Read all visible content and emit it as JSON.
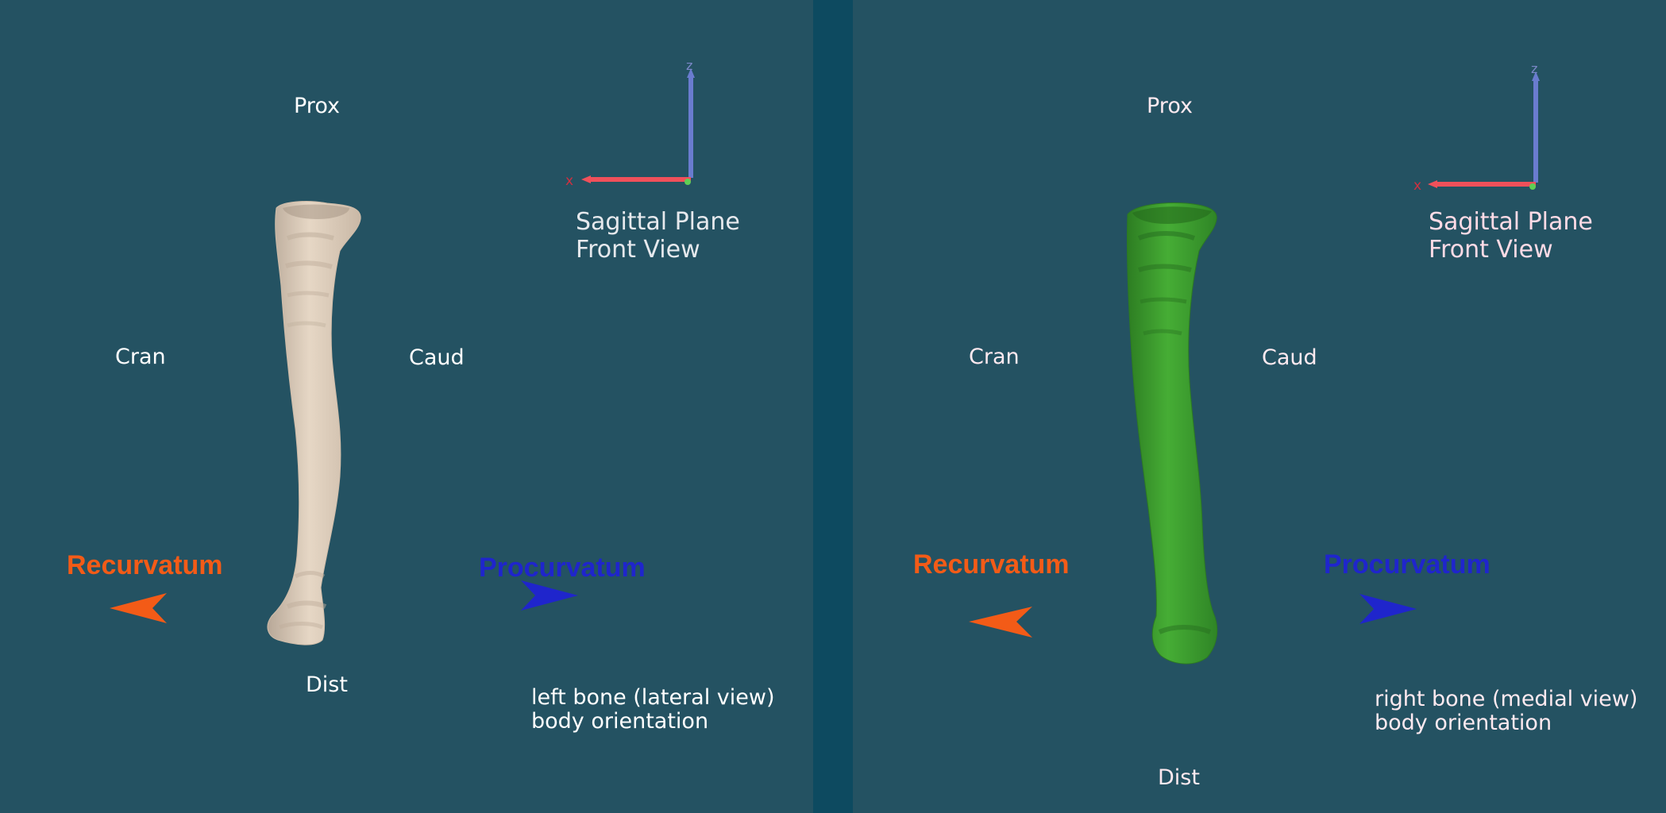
{
  "colors": {
    "background": "#245262",
    "divider": "#0d4a60",
    "recurvatum": "#f35b17",
    "procurvatum": "#1f25cc",
    "axis_x": "#f0505a",
    "axis_z": "#6a7ccf",
    "left_bone": "#d6c6b4",
    "right_bone": "#3a9a2a"
  },
  "left": {
    "prox": "Prox",
    "dist": "Dist",
    "cran": "Cran",
    "caud": "Caud",
    "recurvatum": "Recurvatum",
    "procurvatum": "Procurvatum",
    "plane_line1": "Sagittal Plane",
    "plane_line2": "Front View",
    "note_line1": "left bone (lateral view)",
    "note_line2": "body orientation",
    "axis_z": "z",
    "axis_x": "x"
  },
  "right": {
    "prox": "Prox",
    "dist": "Dist",
    "cran": "Cran",
    "caud": "Caud",
    "recurvatum": "Recurvatum",
    "procurvatum": "Procurvatum",
    "plane_line1": "Sagittal Plane",
    "plane_line2": "Front View",
    "note_line1": "right bone (medial view)",
    "note_line2": "body orientation",
    "axis_z": "z",
    "axis_x": "x"
  }
}
